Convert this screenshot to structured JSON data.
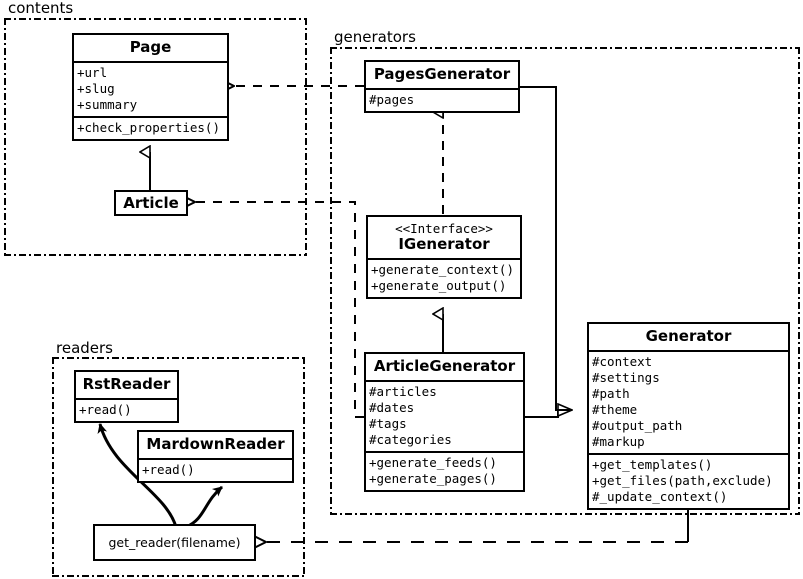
{
  "diagram": {
    "kind": "uml-class-diagram",
    "background": "#ffffff",
    "stroke": "#000000"
  },
  "packages": [
    {
      "id": "contents",
      "label": "contents"
    },
    {
      "id": "generators",
      "label": "generators"
    },
    {
      "id": "readers",
      "label": "readers"
    }
  ],
  "classes": {
    "page": {
      "name": "Page",
      "attributes": [
        "+url",
        "+slug",
        "+summary"
      ],
      "operations": [
        "+check_properties()"
      ]
    },
    "article": {
      "name": "Article",
      "attributes": [],
      "operations": []
    },
    "pages_generator": {
      "name": "PagesGenerator",
      "attributes": [
        "#pages"
      ],
      "operations": []
    },
    "igenerator": {
      "stereotype": "<<Interface>>",
      "name": "IGenerator",
      "attributes": [],
      "operations": [
        "+generate_context()",
        "+generate_output()"
      ]
    },
    "article_generator": {
      "name": "ArticleGenerator",
      "attributes": [
        "#articles",
        "#dates",
        "#tags",
        "#categories"
      ],
      "operations": [
        "+generate_feeds()",
        "+generate_pages()"
      ]
    },
    "generator": {
      "name": "Generator",
      "attributes": [
        "#context",
        "#settings",
        "#path",
        "#theme",
        "#output_path",
        "#markup"
      ],
      "operations": [
        "+get_templates()",
        "+get_files(path,exclude)",
        "#_update_context()"
      ]
    },
    "get_reader": {
      "name": "get_reader(filename)"
    },
    "rst_reader": {
      "name": "RstReader",
      "operations": [
        "+read()"
      ]
    },
    "mardown_reader": {
      "name": "MardownReader",
      "operations": [
        "+read()"
      ]
    }
  },
  "relationships": [
    {
      "from": "article",
      "to": "page",
      "type": "generalization"
    },
    {
      "from": "pages_generator",
      "to": "igenerator",
      "type": "realization"
    },
    {
      "from": "article_generator",
      "to": "igenerator",
      "type": "generalization"
    },
    {
      "from": "article_generator",
      "to": "generator",
      "type": "generalization"
    },
    {
      "from": "pages_generator",
      "to": "page",
      "type": "dependency"
    },
    {
      "from": "article_generator",
      "to": "article",
      "type": "dependency"
    },
    {
      "from": "generator",
      "to": "get_reader",
      "type": "dependency"
    },
    {
      "from": "get_reader",
      "to": "rst_reader",
      "type": "call"
    },
    {
      "from": "get_reader",
      "to": "mardown_reader",
      "type": "call"
    }
  ]
}
